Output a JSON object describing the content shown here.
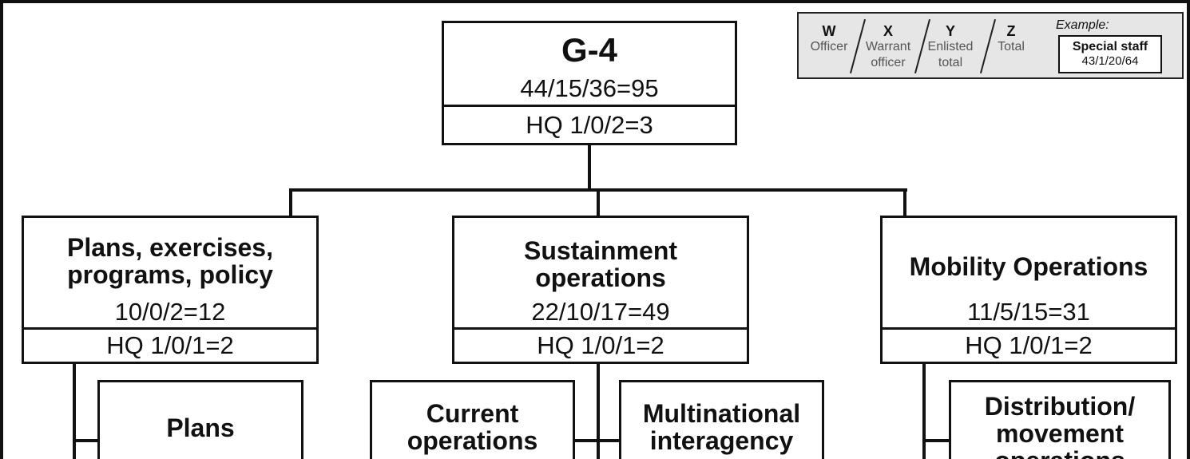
{
  "root": {
    "title": "G-4",
    "counts": "44/15/36=95",
    "hq": "HQ 1/0/2=3"
  },
  "branches": [
    {
      "title_lines": [
        "Plans, exercises,",
        "programs, policy"
      ],
      "counts": "10/0/2=12",
      "hq": "HQ 1/0/1=2"
    },
    {
      "title_lines": [
        "Sustainment",
        "operations"
      ],
      "counts": "22/10/17=49",
      "hq": "HQ 1/0/1=2"
    },
    {
      "title_lines": [
        "Mobility Operations"
      ],
      "counts": "11/5/15=31",
      "hq": "HQ 1/0/1=2"
    }
  ],
  "subunits": [
    {
      "title_lines": [
        "Plans"
      ]
    },
    {
      "title_lines": [
        "Current",
        "operations"
      ]
    },
    {
      "title_lines": [
        "Multinational",
        "interagency"
      ]
    },
    {
      "title_lines": [
        "Distribution/",
        "movement",
        "operations"
      ]
    }
  ],
  "legend": {
    "columns": [
      {
        "letter": "W",
        "lines": [
          "Officer"
        ]
      },
      {
        "letter": "X",
        "lines": [
          "Warrant",
          "officer"
        ]
      },
      {
        "letter": "Y",
        "lines": [
          "Enlisted",
          "total"
        ]
      },
      {
        "letter": "Z",
        "lines": [
          "Total"
        ]
      }
    ],
    "example_label": "Example:",
    "example_title": "Special staff",
    "example_counts": "43/1/20/64"
  }
}
